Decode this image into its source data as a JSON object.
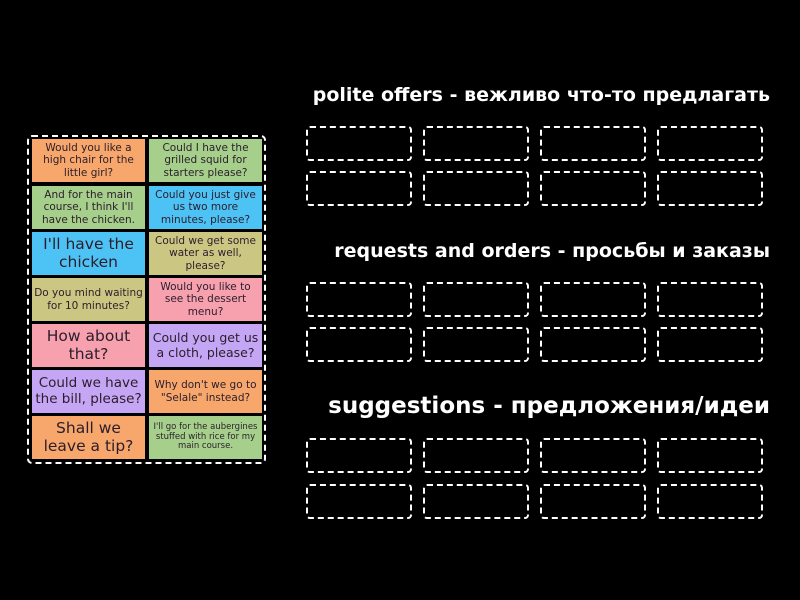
{
  "cards": [
    {
      "text": "Would you like a high chair for the little girl?",
      "color": "#F7A76C"
    },
    {
      "text": "Could I have the grilled squid for starters please?",
      "color": "#A5CF8B"
    },
    {
      "text": "And for the main course, I think I'll have the chicken.",
      "color": "#A5CF8B"
    },
    {
      "text": "Could you just give us two more minutes, please?",
      "color": "#4DC3F5"
    },
    {
      "text": "I'll have the chicken",
      "color": "#4DC3F5"
    },
    {
      "text": "Could we get some water as well, please?",
      "color": "#CBC783"
    },
    {
      "text": "Do you mind waiting for 10 minutes?",
      "color": "#CBC783"
    },
    {
      "text": "Would you like to see the dessert menu?",
      "color": "#F7A1AE"
    },
    {
      "text": "How about that?",
      "color": "#F7A1AE"
    },
    {
      "text": "Could you get us a cloth, please?",
      "color": "#C5A6F5"
    },
    {
      "text": "Could we have the bill, please?",
      "color": "#C5A6F5"
    },
    {
      "text": "Why don't we go to \"Selale\" instead?",
      "color": "#F7A76C"
    },
    {
      "text": "Shall we leave a tip?",
      "color": "#F7A76C"
    },
    {
      "text": "I'll go for the aubergines stuffed with rice for my main course.",
      "color": "#A5CF8B"
    }
  ],
  "groups": [
    {
      "title": "polite offers - вежливо что-то предлагать"
    },
    {
      "title": "requests and orders - просьбы и заказы"
    },
    {
      "title": "suggestions - предложения/идеи"
    }
  ]
}
